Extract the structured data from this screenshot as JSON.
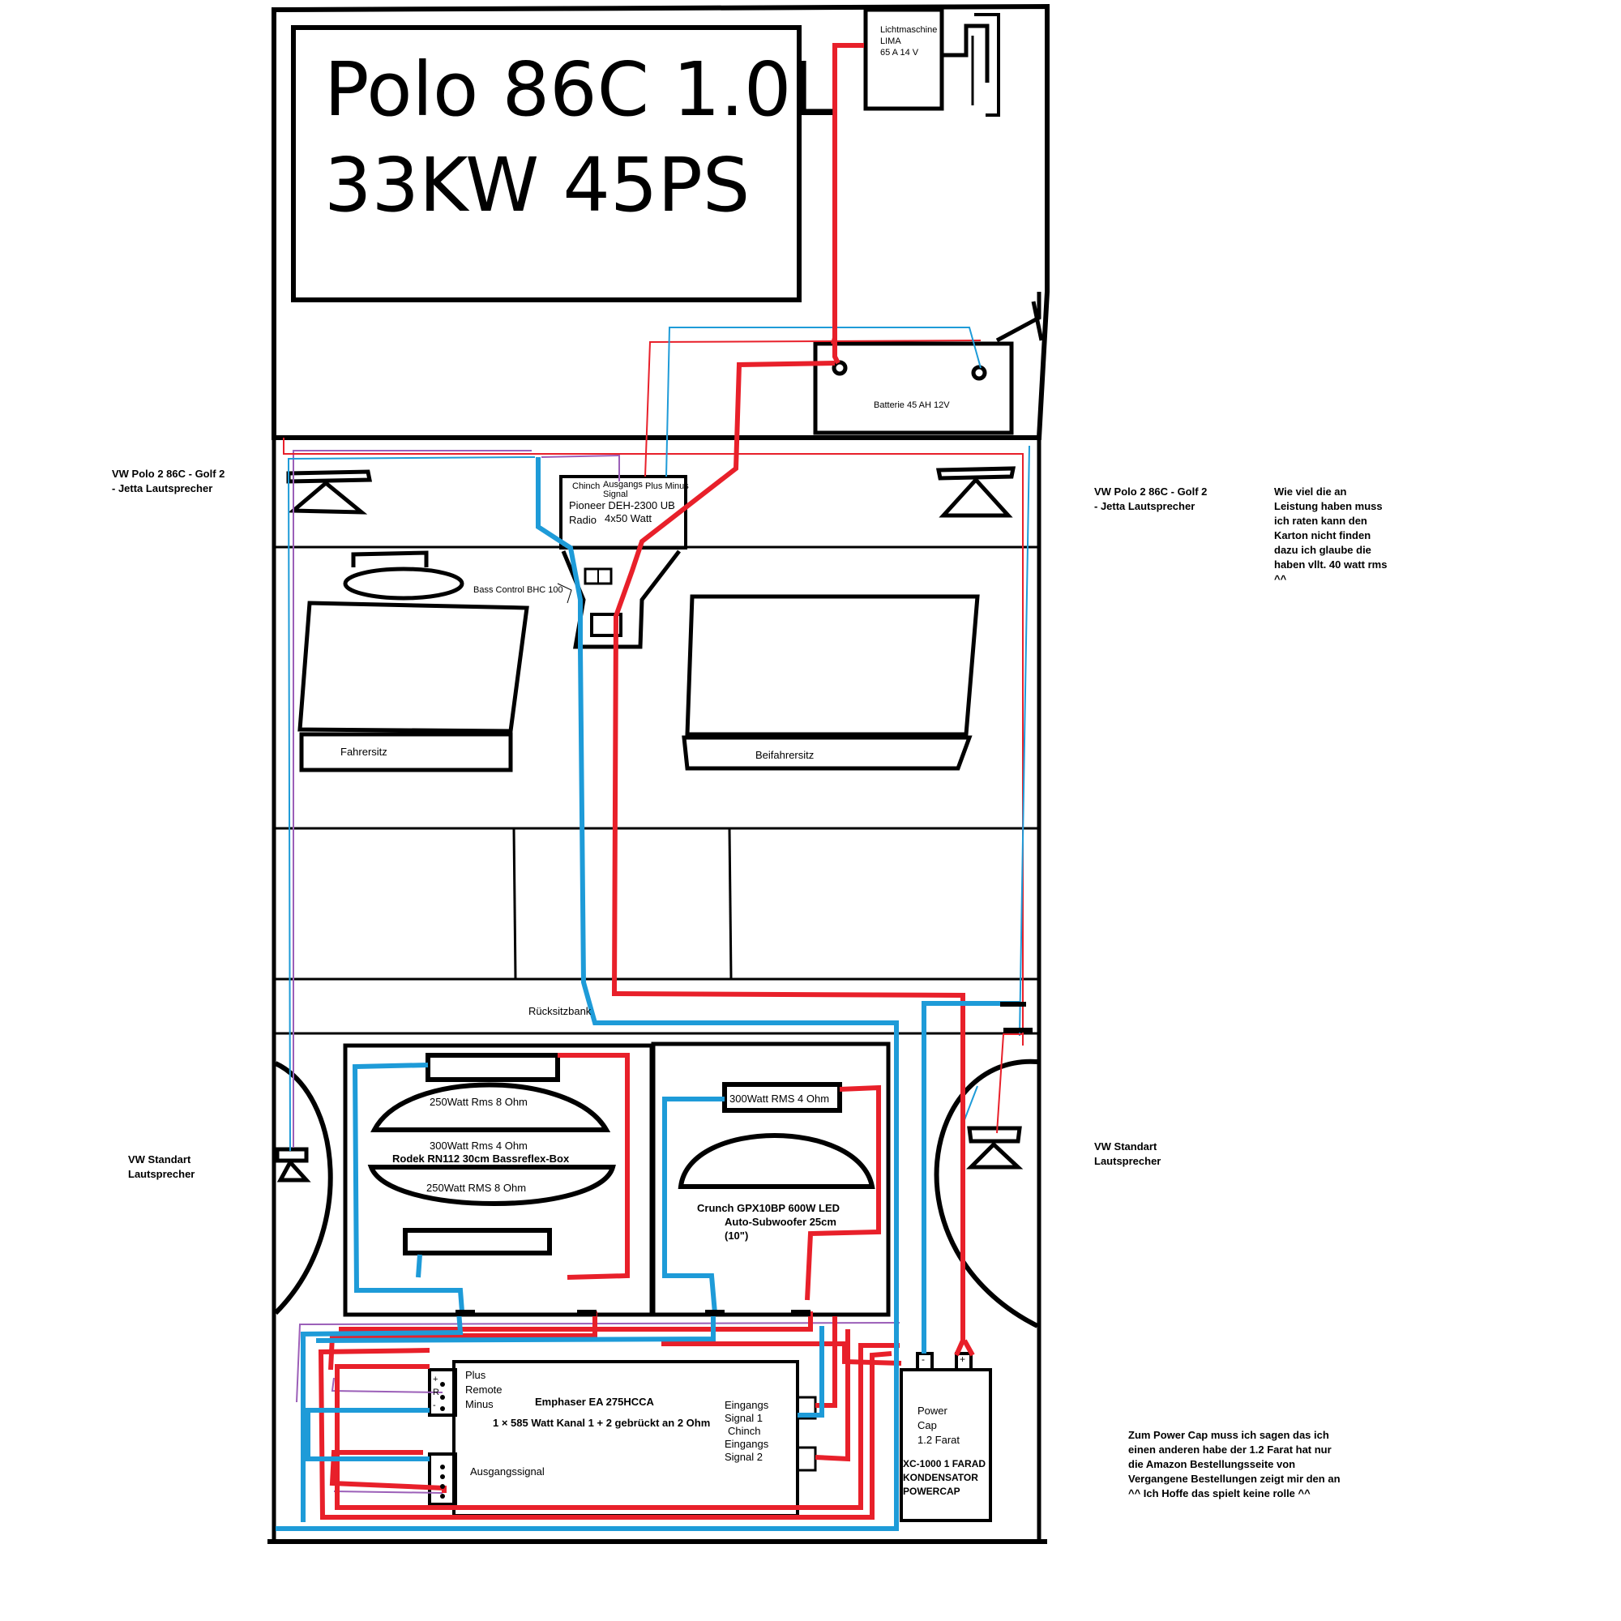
{
  "colors": {
    "outline": "#000000",
    "positive_wire": "#e8202a",
    "negative_wire": "#1e9bd8",
    "signal_wire": "#9b5fb8"
  },
  "header": {
    "line1": "Polo 86C 1.0L",
    "line2": "33KW 45PS"
  },
  "alternator": {
    "line1": "Lichtmaschine",
    "line2": "LIMA",
    "line3": "65 A 14 V"
  },
  "battery": {
    "label": "Batterie 45 AH 12V"
  },
  "radio": {
    "chinch": "Chinch",
    "ausgangs": "Ausgangs",
    "signal": "Signal",
    "plus_minus": "Plus Minus",
    "model": "Pioneer DEH-2300 UB",
    "radio_word": "Radio",
    "watt": "4x50 Watt"
  },
  "bass_control": {
    "label": "Bass Control BHC 100"
  },
  "seats": {
    "driver": "Fahrersitz",
    "passenger": "Beifahrersitz",
    "rear": "Rücksitzbank"
  },
  "front_speakers": {
    "left_line1": "VW Polo 2 86C - Golf 2",
    "left_line2": "- Jetta Lautsprecher",
    "right_line1": "VW Polo 2 86C - Golf 2",
    "right_line2": "- Jetta Lautsprecher"
  },
  "front_note": [
    "Wie viel die an",
    "Leistung haben muss",
    "ich raten kann den",
    "Karton nicht finden",
    "dazu ich glaube die",
    "haben vllt. 40 watt rms",
    "^^"
  ],
  "rear_speakers": {
    "left_line1": "VW Standart",
    "left_line2": "Lautsprecher",
    "right_line1": "VW Standart",
    "right_line2": "Lautsprecher"
  },
  "bass_box": {
    "top_sub": "250Watt Rms 8 Ohm",
    "box_rms": "300Watt Rms 4 Ohm",
    "box_name": "Rodek RN112 30cm Bassreflex-Box",
    "bottom_sub": "250Watt RMS 8 Ohm"
  },
  "subwoofer": {
    "rms": "300Watt RMS  4 Ohm",
    "line1": "Crunch GPX10BP 600W LED",
    "line2": "Auto-Subwoofer 25cm",
    "line3": "(10\")"
  },
  "amplifier": {
    "plus": "Plus",
    "remote": "Remote",
    "minus": "Minus",
    "name": "Emphaser EA 275HCCA",
    "spec": "1 × 585 Watt Kanal 1 + 2 gebrückt an 2 Ohm",
    "in1_a": "Eingangs",
    "in1_b": "Signal 1",
    "chinch": "Chinch",
    "in2_a": "Eingangs",
    "in2_b": "Signal 2",
    "output": "Ausgangssignal",
    "term_plus": "+",
    "term_r": "R",
    "term_minus": "-"
  },
  "power_cap": {
    "minus": "-",
    "plus": "+",
    "l1": "Power",
    "l2": "Cap",
    "l3": "1.2 Farat",
    "m1": "XC-1000 1 FARAD",
    "m2": "KONDENSATOR",
    "m3": "POWERCAP"
  },
  "cap_note": [
    "Zum Power Cap muss ich sagen das ich",
    "einen anderen habe der 1.2 Farat hat nur",
    "die Amazon Bestellungsseite von",
    "Vergangene Bestellungen zeigt mir den an",
    "^^ Ich Hoffe das spielt keine rolle ^^"
  ]
}
